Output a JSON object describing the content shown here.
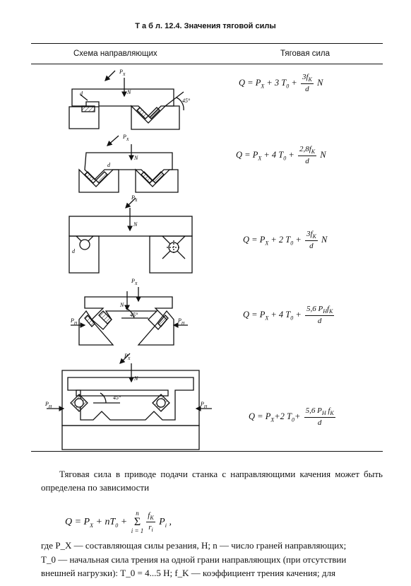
{
  "table": {
    "title": "Т а б л. 12.4. Значения тяговой силы",
    "col_scheme": "Схема направляющих",
    "col_force": "Тяговая сила"
  },
  "rows": [
    {
      "f_main": "Q = P",
      "f_sub": "X",
      "f_mid": " + 3 T",
      "f_sub2": "0",
      "f_plus": " + ",
      "num": "3f",
      "num_sub": "K",
      "den": "d",
      "tail": " N"
    },
    {
      "f_main": "Q = P",
      "f_sub": "X",
      "f_mid": " + 4 T",
      "f_sub2": "0",
      "f_plus": " + ",
      "num": "2,8f",
      "num_sub": "K",
      "den": "d",
      "tail": " N"
    },
    {
      "f_main": "Q = P",
      "f_sub": "X",
      "f_mid": " + 2 T",
      "f_sub2": "0",
      "f_plus": " + ",
      "num": "3f",
      "num_sub": "K",
      "den": "d",
      "tail": " N"
    },
    {
      "f_main": "Q = P",
      "f_sub": "X",
      "f_mid": " + 4 T",
      "f_sub2": "0",
      "f_plus": " + ",
      "num": "5,6 P",
      "num_sub": "H",
      "num_tail": "f",
      "num_sub2": "K",
      "den": "d",
      "tail": ""
    },
    {
      "f_main": "Q = P",
      "f_sub": "X",
      "f_mid": "+2 T",
      "f_sub2": "0",
      "f_plus": "+ ",
      "num": "5,6 P",
      "num_sub": "H",
      "num_tail": " f",
      "num_sub2": "K",
      "den": "d",
      "tail": ""
    }
  ],
  "labels": {
    "px": "P",
    "px_sub": "X",
    "n": "N",
    "d": "d",
    "ph": "P",
    "ph_sub": "H",
    "angle": "45°"
  },
  "text": {
    "para": "Тяговая сила в приводе подачи станка с направляющими качения может быть определена по зависимости",
    "eq_left": "Q = P",
    "eq_sub": "X",
    "eq_mid": " + nT",
    "eq_sub2": "0",
    "eq_plus": " + ",
    "eq_sum_top": "n",
    "eq_sum": "Σ",
    "eq_sum_bot": "i = 1",
    "eq_num": "f",
    "eq_num_sub": "K",
    "eq_den": "r",
    "eq_den_sub": "i",
    "eq_tail": " P",
    "eq_tail_sub": "i",
    "eq_comma": " ,",
    "line1": "где P_X — составляющая силы резания, Н; n — число граней направляющих;",
    "line2": "T_0 — начальная сила трения на одной грани направляющих (при отсутствии",
    "line3": "внешней нагрузки): T_0 = 4...5 Н; f_K — коэффициент трения качения; для"
  }
}
